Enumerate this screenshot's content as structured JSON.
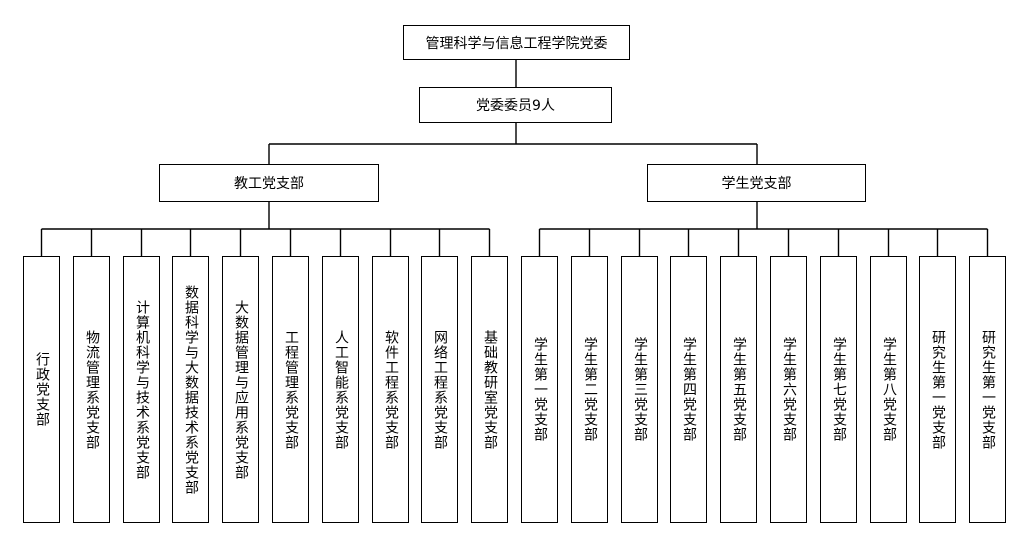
{
  "root": {
    "label": "管理科学与信息工程学院党委"
  },
  "committee": {
    "label": "党委委员9人"
  },
  "branches": [
    {
      "label": "教工党支部",
      "children": [
        "行政党支部",
        "物流管理系党支部",
        "计算机科学与技术系党支部",
        "数据科学与大数据技术系党支部",
        "大数据管理与应用系党支部",
        "工程管理系党支部",
        "人工智能系党支部",
        "软件工程系党支部",
        "网络工程系党支部",
        "基础教研室党支部"
      ]
    },
    {
      "label": "学生党支部",
      "children": [
        "学生第一党支部",
        "学生第二党支部",
        "学生第三党支部",
        "学生第四党支部",
        "学生第五党支部",
        "学生第六党支部",
        "学生第七党支部",
        "学生第八党支部",
        "研究生第一党支部",
        "研究生第一党支部"
      ]
    }
  ]
}
